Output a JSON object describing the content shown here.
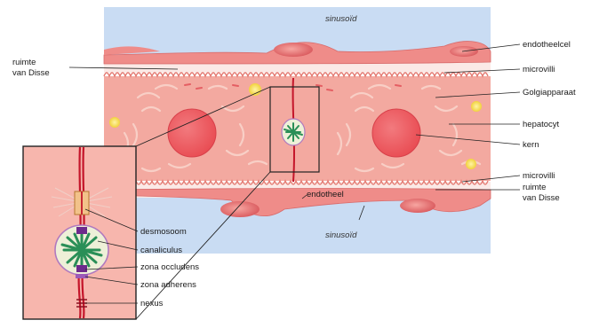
{
  "labels": {
    "sinusoid_top": "sinusoïd",
    "sinusoid_bottom": "sinusoïd",
    "endotheelcel": "endotheelcel",
    "microvilli_top": "microvilli",
    "golgiapparaat": "Golgiapparaat",
    "hepatocyt": "hepatocyt",
    "kern": "kern",
    "microvilli_bottom": "microvilli",
    "ruimte_van_disse_right": "ruimte van Disse",
    "ruimte_van_disse_left": "ruimte van Disse",
    "endotheel": "endotheel",
    "desmosoom": "desmosoom",
    "canaliculus": "canaliculus",
    "zona_occludens": "zona occludens",
    "zona_adherens": "zona adherens",
    "nexus": "nexus"
  },
  "colors": {
    "sinusoid": "#c9dcf3",
    "cell": "#f3a9a0",
    "cell_dark": "#e9877b",
    "endothelium": "#ef8c89",
    "nucleus": "#ee5b62",
    "canaliculus": "#2a8f57",
    "junction": "#c4152a",
    "golgi": "#f7cfc5",
    "lipid": "#f6dd5a",
    "zonula": "#6d2a8c",
    "desmosome": "#d69a4f"
  }
}
